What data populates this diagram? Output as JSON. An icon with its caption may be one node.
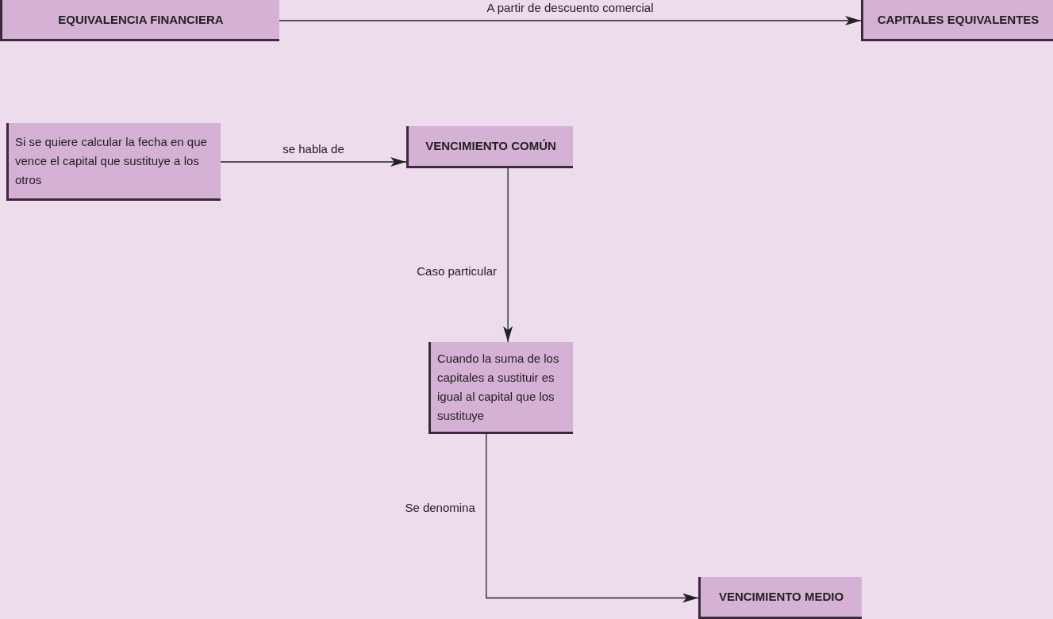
{
  "diagram": {
    "nodes": [
      {
        "text": [
          "EQUIVALENCIA FINANCIERA"
        ]
      },
      {
        "text": [
          "CAPITALES EQUIVALENTES"
        ]
      },
      {
        "text": [
          "Si se quiere calcular la fecha en que vence el capital que sustituye a los otros"
        ]
      },
      {
        "text": [
          "VENCIMIENTO COMÚN"
        ]
      },
      {
        "text": [
          "Cuando la suma de los capitales a sustituir es igual al capital que los sustituye"
        ]
      },
      {
        "text": [
          "VENCIMIENTO MEDIO"
        ]
      }
    ],
    "edges": [
      {
        "from": 0,
        "to": 1,
        "arrow": "to",
        "label": "A partir de descuento comercial"
      },
      {
        "from": 2,
        "to": 3,
        "arrow": "to",
        "label": "se habla de"
      },
      {
        "from": 3,
        "to": 4,
        "arrow": "to",
        "label": "Caso particular"
      },
      {
        "from": 4,
        "to": 5,
        "arrow": "to",
        "label": "Se denomina"
      }
    ]
  }
}
